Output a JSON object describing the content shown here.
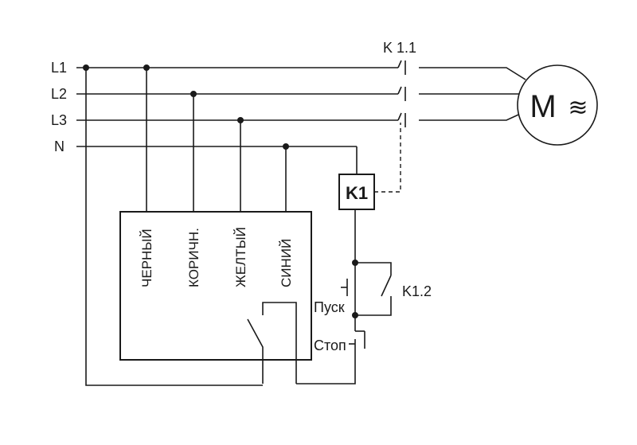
{
  "lines": {
    "l1": "L1",
    "l2": "L2",
    "l3": "L3",
    "n": "N"
  },
  "contactor": {
    "main_contacts": "K 1.1",
    "coil": "K1",
    "aux_contact": "K1.2"
  },
  "motor": {
    "symbol": "M",
    "ac_symbol": "≋"
  },
  "relay_terminals": [
    "ЧЕРНЫЙ",
    "КОРИЧН.",
    "ЖЕЛТЫЙ",
    "СИНИЙ"
  ],
  "buttons": {
    "start": "Пуск",
    "stop": "Стоп"
  }
}
